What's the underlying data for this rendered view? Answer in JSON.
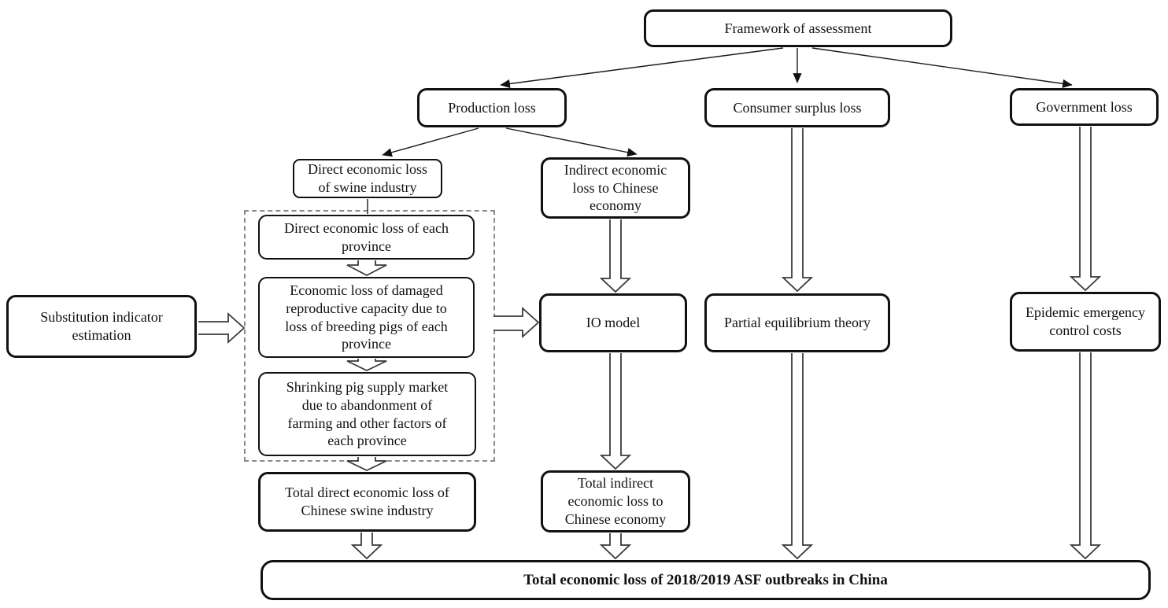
{
  "palette": {
    "line": "#111111",
    "background": "#ffffff",
    "dashed_border": "#8a8a8a"
  },
  "nodes": {
    "framework": {
      "label": "Framework of assessment"
    },
    "production": {
      "label": "Production loss"
    },
    "consumer": {
      "label": "Consumer surplus loss"
    },
    "government": {
      "label": "Government loss"
    },
    "direct_swine": {
      "label": "Direct economic loss\nof swine industry"
    },
    "indirect_economy": {
      "label": "Indirect economic\nloss to Chinese\neconomy"
    },
    "substitution": {
      "label": "Substitution indicator\nestimation"
    },
    "province_direct": {
      "label": "Direct economic loss of each\nprovince"
    },
    "province_repro": {
      "label": "Economic loss of damaged\nreproductive capacity due to\nloss of breeding pigs of each\nprovince"
    },
    "province_shrink": {
      "label": "Shrinking pig supply market\ndue to abandonment of\nfarming and other factors of\neach province"
    },
    "total_direct": {
      "label": "Total direct economic loss of\nChinese swine industry"
    },
    "io_model": {
      "label": "IO model"
    },
    "partial_eq": {
      "label": "Partial equilibrium theory"
    },
    "epidemic_costs": {
      "label": "Epidemic emergency\ncontrol costs"
    },
    "total_indirect": {
      "label": "Total indirect\neconomic loss to\nChinese economy"
    },
    "total_loss": {
      "label": "Total economic loss of 2018/2019 ASF outbreaks in China"
    }
  }
}
